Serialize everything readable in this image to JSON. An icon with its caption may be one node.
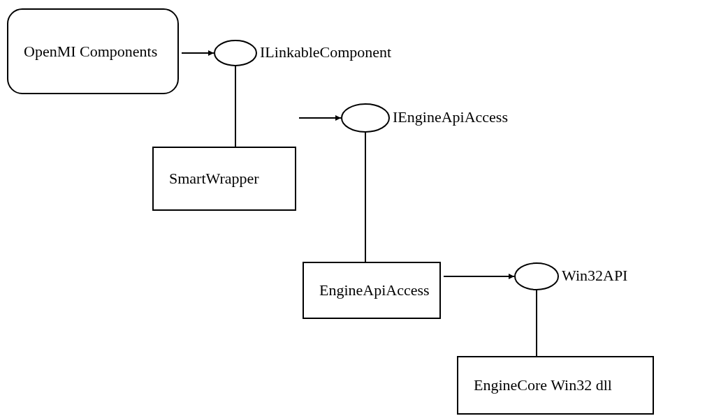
{
  "diagram": {
    "nodes": [
      {
        "text": [
          "OpenMI Components"
        ]
      },
      {
        "text": [],
        "shape": "ellipse",
        "beside": [
          "ILinkableComponent"
        ]
      },
      {
        "text": [
          "SmartWrapper"
        ]
      },
      {
        "text": [],
        "shape": "ellipse",
        "beside": [
          "IEngineApiAccess"
        ]
      },
      {
        "text": [
          "EngineApiAccess"
        ]
      },
      {
        "text": [],
        "shape": "ellipse",
        "beside": [
          "Win32API"
        ]
      },
      {
        "text": [
          "EngineCore Win32 dll"
        ]
      }
    ],
    "edges": [
      {
        "from": 0,
        "to": 1,
        "arrow": "to"
      },
      {
        "from": 1,
        "to": 2,
        "arrow": "none"
      },
      {
        "from": 2,
        "to": 3,
        "arrow": "to"
      },
      {
        "from": 3,
        "to": 4,
        "arrow": "none"
      },
      {
        "from": 4,
        "to": 5,
        "arrow": "to"
      },
      {
        "from": 5,
        "to": 6,
        "arrow": "none"
      }
    ]
  }
}
